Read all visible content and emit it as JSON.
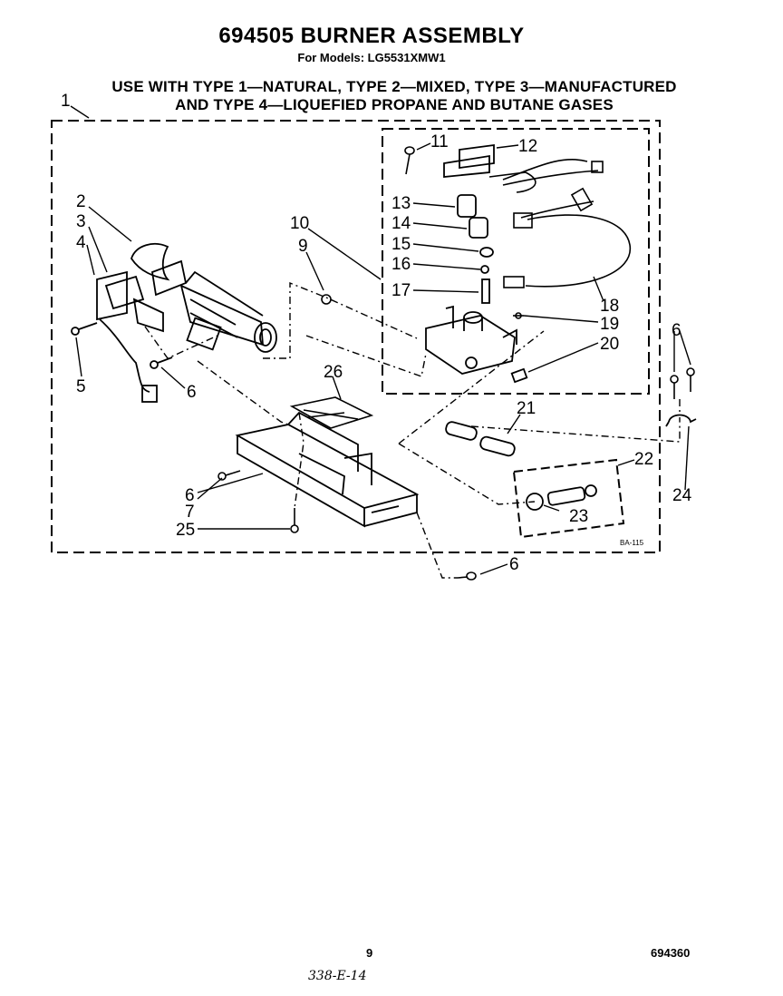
{
  "title": "694505 BURNER ASSEMBLY",
  "subtitle": "For Models: LG5531XMW1",
  "usage_line1": "USE WITH TYPE 1—NATURAL, TYPE 2—MIXED, TYPE 3—MANUFACTURED",
  "usage_line2": "AND TYPE 4—LIQUEFIED PROPANE AND BUTANE GASES",
  "callouts": {
    "c1": "1",
    "c2": "2",
    "c3": "3",
    "c4": "4",
    "c5": "5",
    "c6a": "6",
    "c6b": "6",
    "c6c": "6",
    "c6d": "6",
    "c7": "7",
    "c9": "9",
    "c10": "10",
    "c11": "11",
    "c12": "12",
    "c13": "13",
    "c14": "14",
    "c15": "15",
    "c16": "16",
    "c17": "17",
    "c18": "18",
    "c19": "19",
    "c20": "20",
    "c21": "21",
    "c22": "22",
    "c23": "23",
    "c24": "24",
    "c25": "25",
    "c26": "26"
  },
  "drawing_code": "BA-115",
  "page_number": "9",
  "document_number": "694360",
  "handwritten_note": "338-E-14"
}
